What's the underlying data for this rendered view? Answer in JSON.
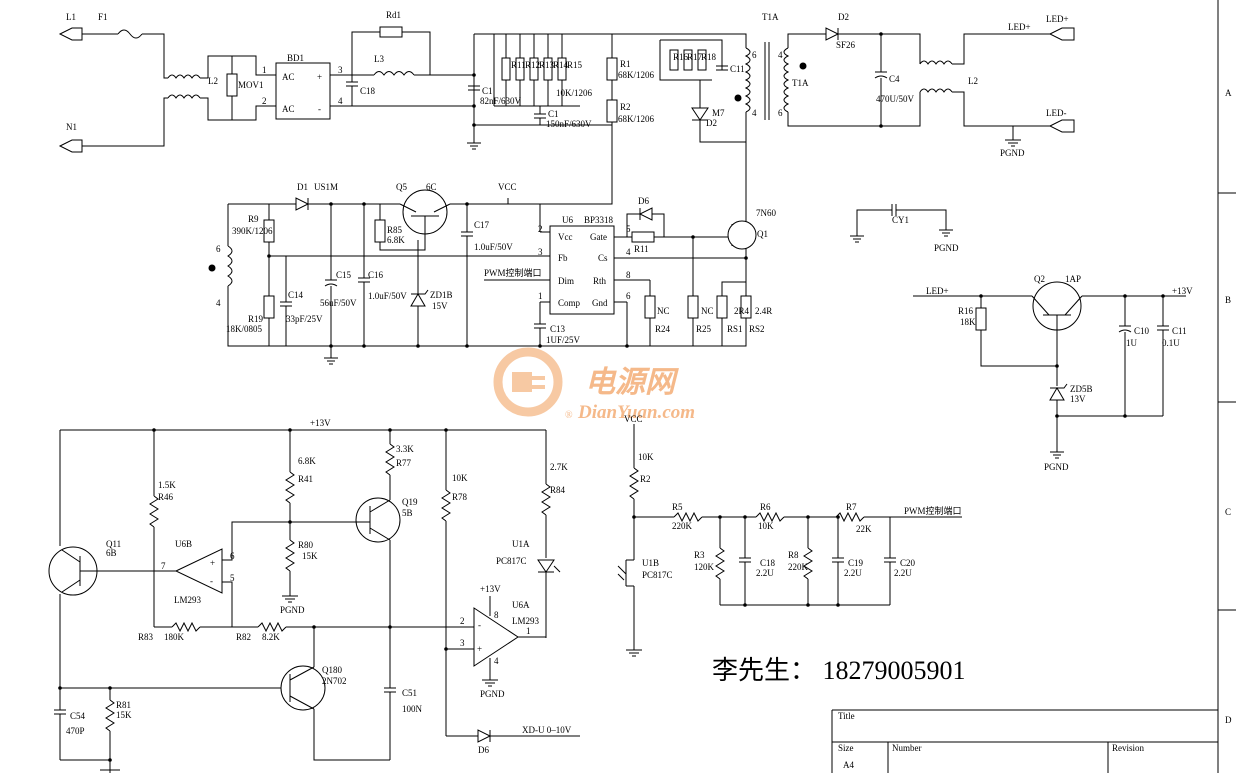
{
  "frame": {
    "zone_labels": [
      "A",
      "B",
      "C",
      "D"
    ]
  },
  "title_block": {
    "title_label": "Title",
    "size_label": "Size",
    "size_value": "A4",
    "number_label": "Number",
    "revision_label": "Revision"
  },
  "contact": "李先生： 18279005901",
  "watermark": {
    "cn": "电源网",
    "en": "DianYuan.com",
    "reg": "®"
  },
  "ports": {
    "l1": "L1",
    "n1": "N1",
    "led_plus": "LED+",
    "led_minus": "LED-",
    "led_plus_2": "LED+"
  },
  "refs": {
    "f1": "F1",
    "l2": "L2",
    "l2b": "L2",
    "mov1": "MOV1",
    "bd1": "BD1",
    "rd1": "Rd1",
    "l3": "L3",
    "c18a": "C18",
    "c1": "C1",
    "c1b": "C1",
    "r11": "R11",
    "r12": "R12",
    "r13": "R13",
    "r14": "R14",
    "r15": "R15",
    "r1a": "R1",
    "r2a": "R2",
    "r16a": "R16",
    "r17": "R17",
    "r18": "R18",
    "c11a": "C11",
    "t1a": "T1A",
    "t1a_b": "T1A",
    "d2": "D2",
    "d2b": "D2",
    "m7": "M7",
    "c4": "C4",
    "pgnd1": "PGND",
    "d1": "D1",
    "us1m": "US1M",
    "q5": "Q5",
    "q5_6c": "6C",
    "vcc1": "VCC",
    "r9": "R9",
    "r85": "R85",
    "c17": "C17",
    "u6": "U6",
    "bp3318": "BP3318",
    "d6a": "D6",
    "r11b": "R11",
    "q1": "Q1",
    "q1_part": "7N60",
    "cy1": "CY1",
    "pgnd2": "PGND",
    "c15": "C15",
    "c16": "C16",
    "zd1b": "ZD1B",
    "c14": "C14",
    "r19": "R19",
    "c13": "C13",
    "nc1": "NC",
    "nc2": "NC",
    "r24": "R24",
    "r25": "R25",
    "rs1": "RS1",
    "rs2": "RS2",
    "pwm1": "PWM控制端口",
    "q2": "Q2",
    "q2_part": "1AP",
    "r16b": "R16",
    "c10": "C10",
    "c11b": "C11",
    "zd5b": "ZD5B",
    "pgnd3": "PGND",
    "plus13a": "+13V",
    "plus13b": "+13V",
    "r46": "R46",
    "q11": "Q11",
    "q11_part": "6B",
    "u6b": "U6B",
    "lm293a": "LM293",
    "r41": "R41",
    "r77": "R77",
    "r80": "R80",
    "q19": "Q19",
    "q19_part": "5B",
    "r78": "R78",
    "r84": "R84",
    "pgnd4": "PGND",
    "u1a": "U1A",
    "pc817c_a": "PC817C",
    "plus13c": "+13V",
    "u6a": "U6A",
    "lm293b": "LM293",
    "r83": "R83",
    "r82": "R82",
    "q180": "Q180",
    "q180_part": "2N702",
    "pgnd5": "PGND",
    "c51": "C51",
    "c54": "C54",
    "r81": "R81",
    "d6b": "D6",
    "xd_u": "XD-U 0–10V",
    "vcc2": "VCC",
    "r2b": "R2",
    "r5": "R5",
    "r6": "R6",
    "r7": "R7",
    "pwm2": "PWM控制端口",
    "u1b": "U1B",
    "pc817c_b": "PC817C",
    "r3": "R3",
    "c18b": "C18",
    "r8": "R8",
    "c19": "C19",
    "c20": "C20",
    "sf26": "SF26"
  },
  "values": {
    "c1": "82nF/630V",
    "c1b": "150nF/630V",
    "r_bank": "10K/1206",
    "r1a": "68K/1206",
    "r2a": "68K/1206",
    "c4": "470U/50V",
    "r9": "390K/1206",
    "r85": "6.8K",
    "c17": "1.0uF/50V",
    "c15": "56uF/50V",
    "c16": "1.0uF/50V",
    "zd1b": "15V",
    "c14": "33pF/25V",
    "r19": "18K/0805",
    "c13": "1UF/25V",
    "rs1": "2R4",
    "rs2": "2.4R",
    "r16b": "18K",
    "c10": "1U",
    "c11b": "0.1U",
    "zd5b": "13V",
    "r46": "1.5K",
    "r41": "6.8K",
    "r77": "3.3K",
    "r80": "15K",
    "r78": "10K",
    "r84": "2.7K",
    "r83": "180K",
    "r82": "8.2K",
    "c51": "100N",
    "c54": "470P",
    "r81": "15K",
    "r2b": "10K",
    "r5": "220K",
    "r6": "10K",
    "r7": "22K",
    "r3": "120K",
    "c18b": "2.2U",
    "r8": "220K",
    "c19": "2.2U",
    "c20": "2.2U"
  },
  "pins": {
    "bd_ac1": "AC",
    "bd_ac2": "AC",
    "bd_plus": "+",
    "bd_minus": "-",
    "bd_1": "1",
    "bd_2": "2",
    "bd_3": "3",
    "bd_4": "4",
    "u6_vcc": "Vcc",
    "u6_fb": "Fb",
    "u6_dim": "Dim",
    "u6_comp": "Comp",
    "u6_gate": "Gate",
    "u6_cs": "Cs",
    "u6_rth": "Rth",
    "u6_gnd": "Gnd",
    "u6_p2": "2",
    "u6_p3": "3",
    "u6_p1": "1",
    "u6_p5": "5",
    "u6_p4": "4",
    "u6_p8": "8",
    "u6_p6": "6",
    "t1_6": "6",
    "t1_4": "4",
    "t1_4b": "4",
    "t1_6b": "6",
    "aux_6": "6",
    "aux_4": "4",
    "u6b_6": "6",
    "u6b_5": "5",
    "u6b_7": "7",
    "u6a_2": "2",
    "u6a_3": "3",
    "u6a_1": "1",
    "u6a_8": "8",
    "u6a_4": "4"
  }
}
